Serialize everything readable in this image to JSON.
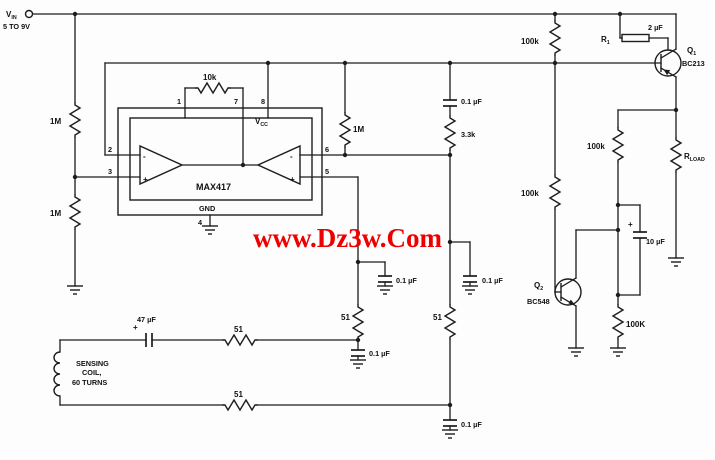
{
  "colors": {
    "ink": "#1c1c1c",
    "watermark": "#ee0000",
    "background": "#fdfdfd"
  },
  "watermark": "www.Dz3w.Com",
  "power": {
    "v": "V",
    "v_sub": "IN",
    "range": "5 TO 9V"
  },
  "ic": {
    "part": "MAX417",
    "vcc": "V",
    "vcc_sub": "CC",
    "gnd": "GND",
    "pins": {
      "p1": "1",
      "p2": "2",
      "p3": "3",
      "p4": "4",
      "p5": "5",
      "p6": "6",
      "p7": "7",
      "p8": "8"
    },
    "minus": "-",
    "plus": "+"
  },
  "resistors": {
    "feedback": "10k",
    "left_top": "1M",
    "left_bottom": "1M",
    "mid": "1M",
    "r33": "3.3k",
    "r100_top": "100k",
    "r100_q2base": "100k",
    "r100_collector": "100k",
    "r100_bottom": "100K",
    "r1": "R",
    "r1_sub": "1",
    "r1_value": "2 µF",
    "rload": "R",
    "rload_sub": "LOAD",
    "s51_a": "51",
    "s51_b": "51",
    "s51_c": "51",
    "s51_d": "51"
  },
  "capacitors": {
    "c_vcc": "0.1 µF",
    "c_mid_left": "0.1 µF",
    "c_mid_right": "0.1 µF",
    "c_bottom_mid": "0.1 µF",
    "c_bottom_right": "0.1 µF",
    "c10": "10 µF",
    "c10_plus": "+",
    "c47": "47 µF",
    "c47_plus": "+"
  },
  "transistors": {
    "q1": "Q",
    "q1_sub": "1",
    "q1_part": "BC213",
    "q2": "Q",
    "q2_sub": "2",
    "q2_part": "BC548"
  },
  "coil": {
    "l1": "SENSING",
    "l2": "COIL,",
    "l3": "60 TURNS"
  }
}
